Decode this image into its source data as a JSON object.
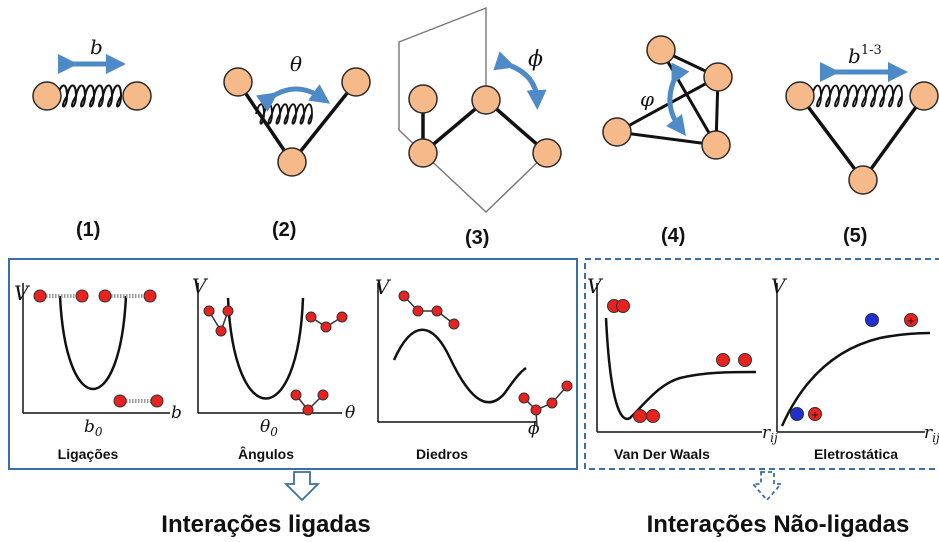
{
  "colors": {
    "atom_fill": "#f6b98a",
    "atom_stroke": "#2a2a2a",
    "arrow_blue": "#4e8ac8",
    "box_blue": "#3b6fa8",
    "red_atom": "#e8221e",
    "blue_atom": "#1f2fd0",
    "bond": "#111111"
  },
  "top_row": {
    "items": [
      {
        "number": "(1)",
        "symbol": "b",
        "kind": "bond-stretch"
      },
      {
        "number": "(2)",
        "symbol": "θ",
        "kind": "angle-bend"
      },
      {
        "number": "(3)",
        "symbol": "ϕ",
        "kind": "dihedral"
      },
      {
        "number": "(4)",
        "symbol": "φ",
        "kind": "improper"
      },
      {
        "number": "(5)",
        "symbol": "b",
        "symbol_sup": "1-3",
        "kind": "urey-bradley"
      }
    ]
  },
  "bonded_panel": {
    "group_label": "Interações ligadas",
    "plots": [
      {
        "title": "Ligações",
        "y_label": "V",
        "x_label": "b",
        "x0_label": "b",
        "x0_sub": "0"
      },
      {
        "title": "Ângulos",
        "y_label": "V",
        "x_label": "θ",
        "x0_label": "θ",
        "x0_sub": "0"
      },
      {
        "title": "Diedros",
        "y_label": "V",
        "x_label": "ϕ"
      }
    ]
  },
  "nonbonded_panel": {
    "group_label": "Interações Não-ligadas",
    "plots": [
      {
        "title": "Van Der Waals",
        "y_label": "V",
        "x_label": "r",
        "x_sub": "ij"
      },
      {
        "title": "Eletrostática",
        "y_label": "V",
        "x_label": "r",
        "x_sub": "ij"
      }
    ]
  }
}
